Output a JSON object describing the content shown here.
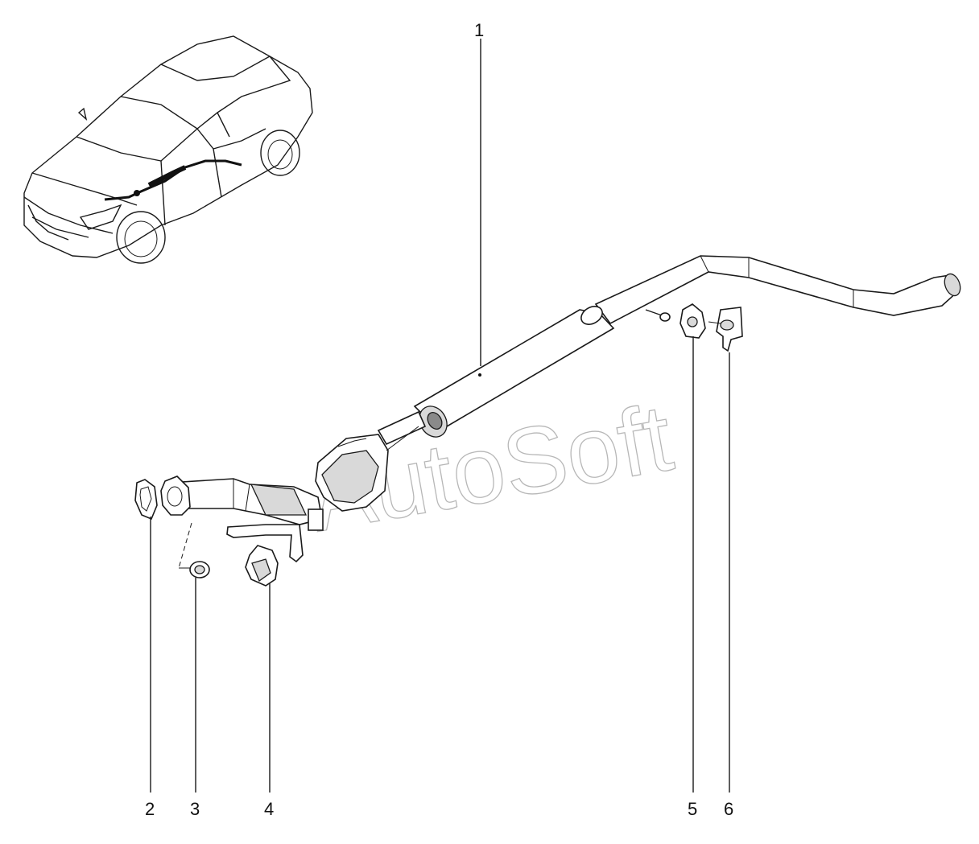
{
  "watermark": "AutoSoft",
  "callouts": [
    {
      "id": "1"
    },
    {
      "id": "2"
    },
    {
      "id": "3"
    },
    {
      "id": "4"
    },
    {
      "id": "5"
    },
    {
      "id": "6"
    }
  ],
  "colors": {
    "line": "#1a1a1a",
    "background": "#ffffff",
    "watermark": "#9a9a9a"
  }
}
